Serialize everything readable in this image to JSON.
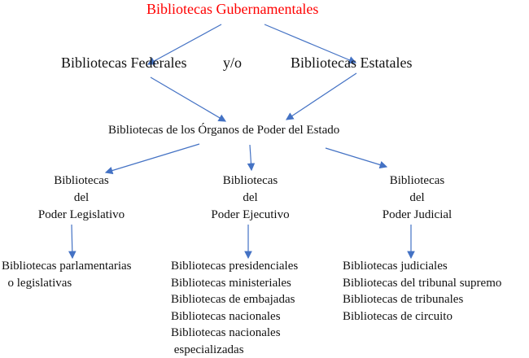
{
  "title": "Bibliotecas Gubernamentales",
  "title_color": "#ff0000",
  "arrow_color": "#4472c4",
  "level1": {
    "left": "Bibliotecas Federales",
    "connector": "y/o",
    "right": "Bibliotecas Estatales"
  },
  "level2": "Bibliotecas de los Órganos de Poder del Estado",
  "branches": [
    {
      "lines": [
        "Bibliotecas",
        "del",
        "Poder Legislativo"
      ],
      "items": [
        "Bibliotecas parlamentarias",
        "  o legislativas"
      ]
    },
    {
      "lines": [
        "Bibliotecas",
        "del",
        "Poder Ejecutivo"
      ],
      "items": [
        "Bibliotecas presidenciales",
        "Bibliotecas ministeriales",
        "Bibliotecas de embajadas",
        "Bibliotecas nacionales",
        "Bibliotecas nacionales",
        " especializadas"
      ]
    },
    {
      "lines": [
        "Bibliotecas",
        "del",
        "Poder Judicial"
      ],
      "items": [
        "Bibliotecas judiciales",
        "Bibliotecas del tribunal supremo",
        "Bibliotecas de tribunales",
        "Bibliotecas de circuito"
      ]
    }
  ]
}
